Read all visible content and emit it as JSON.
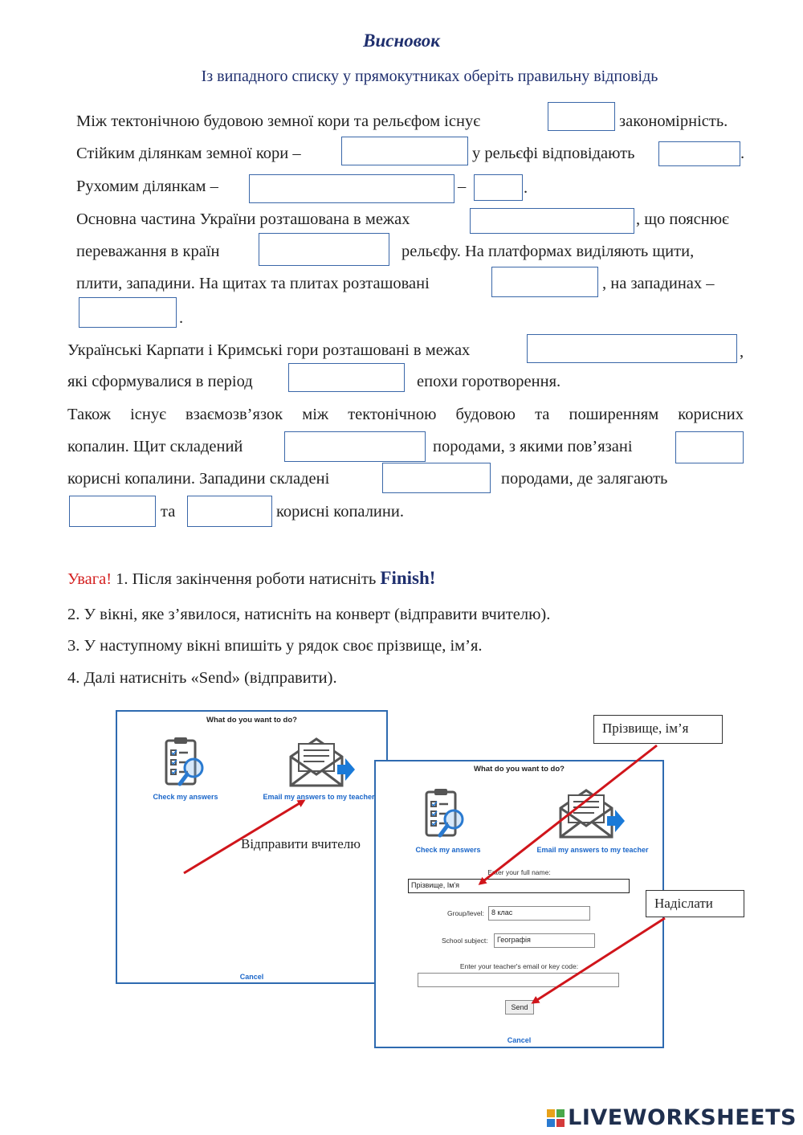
{
  "header": {
    "title": "Висновок",
    "subtitle": "Із випадного списку у прямокутниках оберіть правильну відповідь"
  },
  "text": {
    "l1a": "Між тектонічною будовою земної кори та рельєфом існує",
    "l1b": "закономірність.",
    "l2a": "Стійким ділянкам земної кори –",
    "l2b": "у рельєфі відповідають",
    "l2c": ".",
    "l3a": "Рухомим ділянкам –",
    "l3b": "–",
    "l3c": ".",
    "l4a": "Основна частина України розташована в межах",
    "l4b": ", що пояснює",
    "l5a": "переважання в країн",
    "l5b": "рельєфу. На платформах виділяють щити,",
    "l6a": "плити, западини. На щитах та плитах розташовані",
    "l6b": ", на западинах –",
    "l7a": ".",
    "l8a": "Українські Карпати і Кримські гори розташовані в межах",
    "l8b": ",",
    "l9a": "які сформувалися в період",
    "l9b": "епохи горотворення.",
    "l10a": "Також існує взаємозв’язок між тектонічною будовою та поширенням корисних",
    "l11a": "копалин. Щит складений",
    "l11b": "породами, з якими пов’язані",
    "l12a": "корисні копалини. Западини складені",
    "l12b": "породами, де залягають",
    "l13a": "та",
    "l13b": "корисні копалини."
  },
  "instructions": {
    "warning": "Увага!",
    "step1": " 1. Після закінчення роботи натисніть ",
    "finish": "Finish!",
    "step2": "2. У вікні, яке з’явилося, натисніть на конверт (відправити вчителю).",
    "step3": "3. У наступному вікні впишіть у рядок своє прізвище, ім’я.",
    "step4": "4. Далі натисніть «Send» (відправити)."
  },
  "dialog1": {
    "title": "What do you want to do?",
    "check": "Check my answers",
    "email": "Email my answers to my teacher",
    "cancel": "Cancel"
  },
  "dialog2": {
    "title": "What do you want to do?",
    "check": "Check my answers",
    "email": "Email my answers to my teacher",
    "name_label": "Enter your full name:",
    "name_value": "Прізвище, Ім'я",
    "group_label": "Group/level:",
    "group_value": "8 клас",
    "subject_label": "School subject:",
    "subject_value": "Географія",
    "email_label": "Enter your teacher's email or key code:",
    "email_value": "",
    "send": "Send",
    "cancel": "Cancel"
  },
  "callouts": {
    "name": "Прізвище, ім’я",
    "send_teacher": "Відправити вчителю",
    "send": "Надіслати"
  },
  "logo": "LIVEWORKSHEETS",
  "colors": {
    "accent": "#1f2f6e",
    "box_border": "#3a67a8",
    "warning": "#d41f1f",
    "link": "#1a66c9",
    "arrow": "#d0151b"
  }
}
